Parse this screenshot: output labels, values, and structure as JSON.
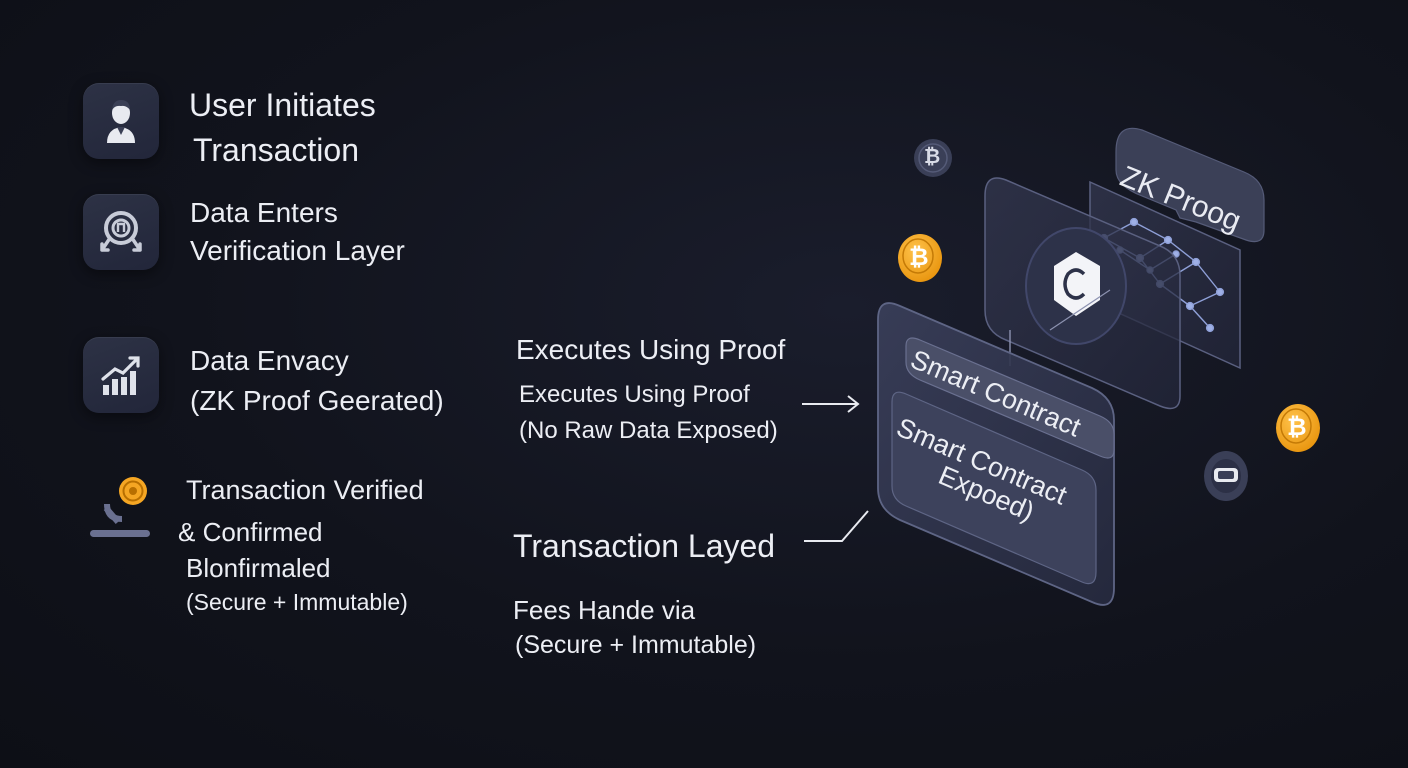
{
  "steps": [
    {
      "line1": "User Initiates",
      "line2": "Transaction",
      "icon": "user-icon"
    },
    {
      "line1": "Data Enters",
      "line2": "Verification Layer",
      "icon": "verification-badge-icon"
    },
    {
      "line1": "Data Envacy",
      "line2": "(ZK Proof Geerated)",
      "icon": "growth-chart-icon"
    },
    {
      "line1": "Transaction Verified",
      "line2": "& Confirmed",
      "line3": "Blonfirmaled",
      "line4": "(Secure + Immutable)",
      "icon": "coin-deposit-icon"
    }
  ],
  "middle": {
    "heading": "Executes Using Proof",
    "sub_line1": "Executes Using Proof",
    "sub_line2": "(No Raw Data Exposed)",
    "layer_label": "Transaction Layed",
    "fees_line1": "Fees Hande via",
    "fees_line2": "(Secure + Immutable)"
  },
  "diagram": {
    "zk_label": "ZK Proog",
    "contract_label": "Smart Contract",
    "contract_box_line1": "Smart Contract",
    "contract_box_line2": "Expoed)"
  },
  "colors": {
    "background": "#11131c",
    "panel": "#2a2e44",
    "coin_gold": "#f5a623",
    "text": "#eceef4"
  }
}
